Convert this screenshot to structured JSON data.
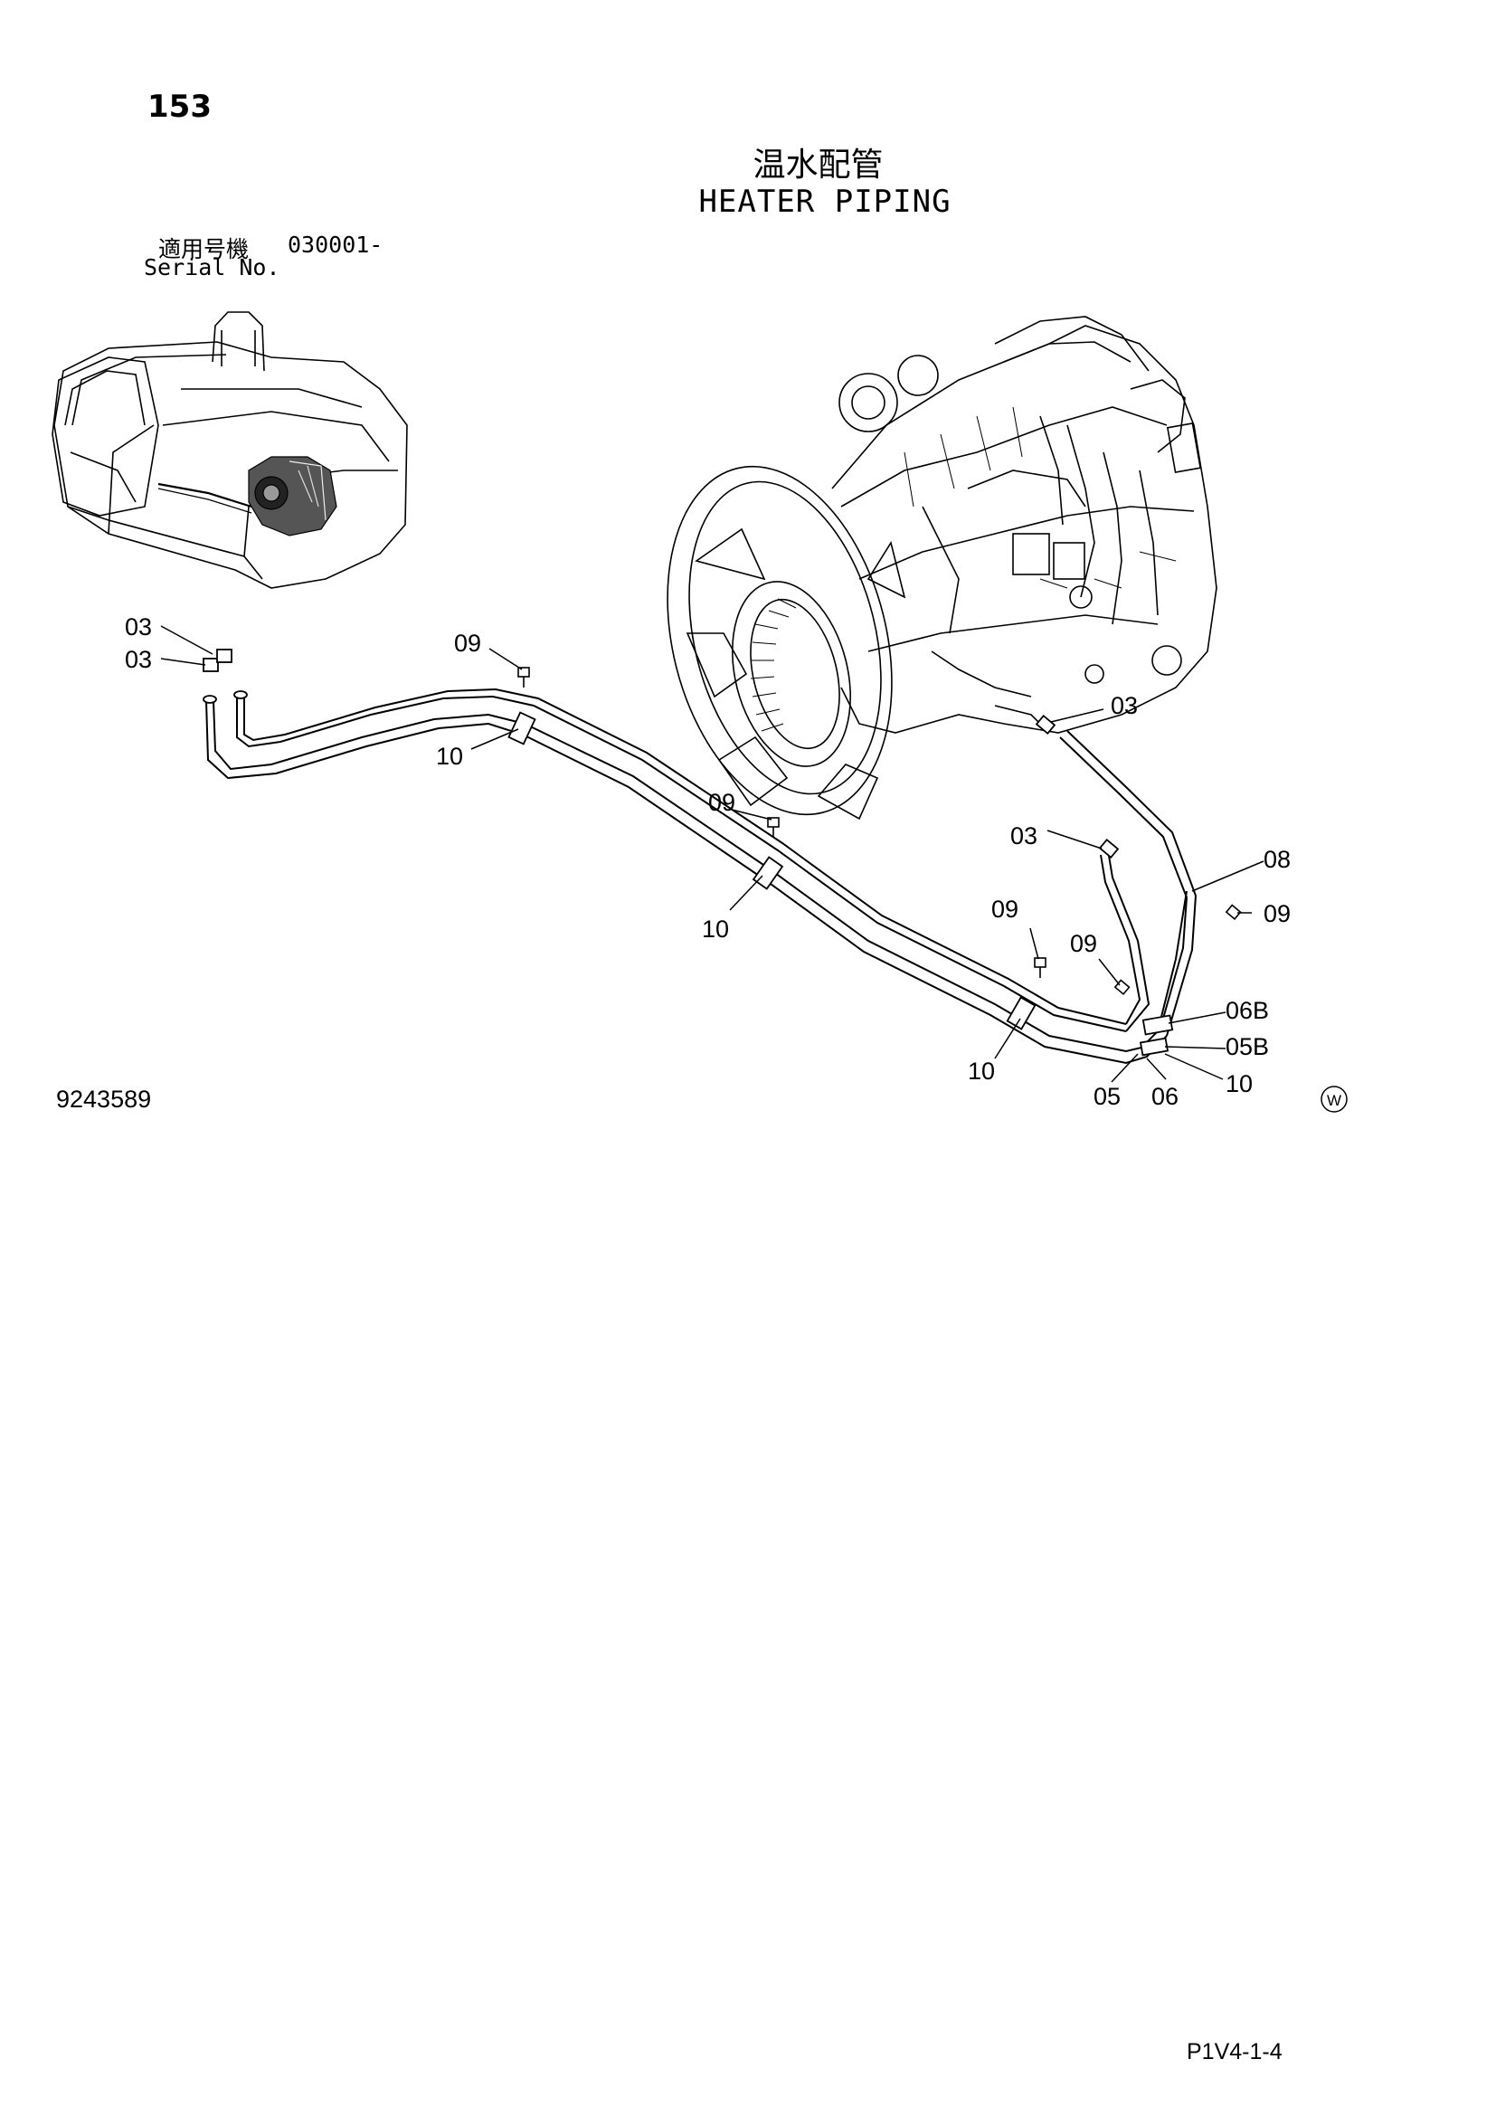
{
  "page_number": "153",
  "title": {
    "japanese": "温水配管",
    "english": "HEATER PIPING"
  },
  "serial": {
    "label_jp": "適用号機",
    "code": "030001-",
    "label_en": "Serial No."
  },
  "drawing_number": "9243589",
  "sheet_reference": "P1V4-1-4",
  "watermark_symbol": "W",
  "callouts": [
    {
      "id": "c1",
      "label": "03"
    },
    {
      "id": "c2",
      "label": "03"
    },
    {
      "id": "c3",
      "label": "09"
    },
    {
      "id": "c4",
      "label": "10"
    },
    {
      "id": "c5",
      "label": "09"
    },
    {
      "id": "c6",
      "label": "10"
    },
    {
      "id": "c7",
      "label": "03"
    },
    {
      "id": "c8",
      "label": "03"
    },
    {
      "id": "c9",
      "label": "08"
    },
    {
      "id": "c10",
      "label": "09"
    },
    {
      "id": "c11",
      "label": "09"
    },
    {
      "id": "c12",
      "label": "09"
    },
    {
      "id": "c13",
      "label": "06B"
    },
    {
      "id": "c14",
      "label": "05B"
    },
    {
      "id": "c15",
      "label": "10"
    },
    {
      "id": "c16",
      "label": "10"
    },
    {
      "id": "c17",
      "label": "05"
    },
    {
      "id": "c18",
      "label": "06"
    }
  ]
}
